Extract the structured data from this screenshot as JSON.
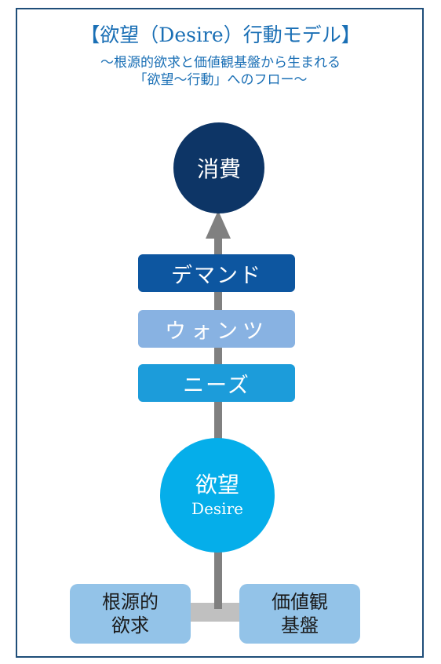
{
  "title": "【欲望（Desire）行動モデル】",
  "subtitle": {
    "line1": "～根源的欲求と価値観基盤から生まれる",
    "line2": "「欲望～行動」へのフロー～"
  },
  "nodes": {
    "consumption": "消費",
    "demand": "デマンド",
    "wants": "ウォンツ",
    "needs": "ニーズ",
    "desire": {
      "main": "欲望",
      "sub": "Desire"
    },
    "base_left": {
      "line1": "根源的",
      "line2": "欲求"
    },
    "base_right": {
      "line1": "価値観",
      "line2": "基盤"
    }
  },
  "colors": {
    "frame": "#1f4e79",
    "title": "#1a6fb5",
    "consumption": "#0d3566",
    "demand": "#0d56a0",
    "wants": "#88b2e2",
    "needs": "#1c9cda",
    "desire": "#05aeea",
    "base": "#93c3e8",
    "arrow": "#808080",
    "connector": "#c0c0c0"
  }
}
